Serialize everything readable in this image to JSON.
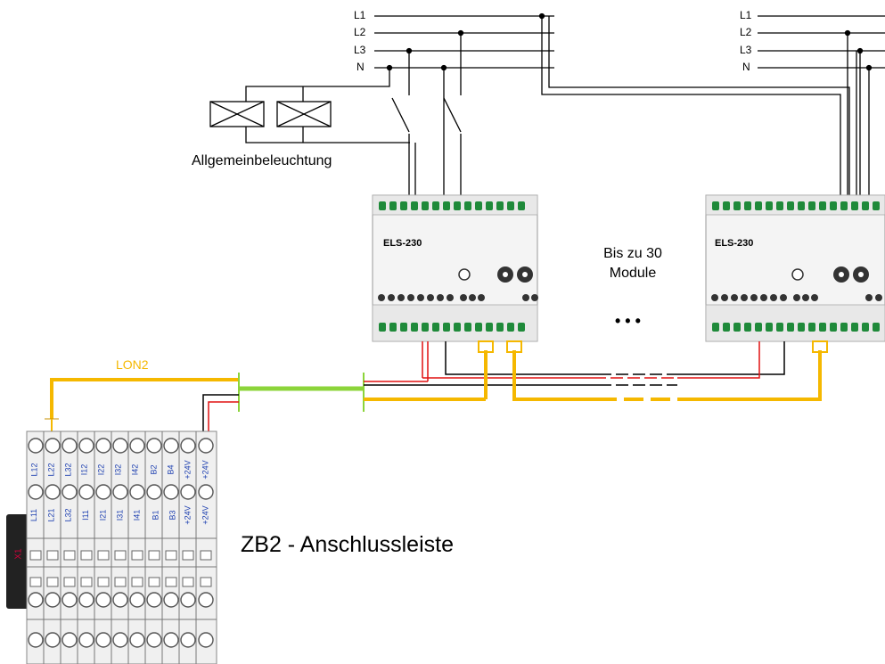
{
  "lighting_label": "Allgemeinbeleuchtung",
  "phases_left": [
    "L1",
    "L2",
    "L3",
    "N"
  ],
  "phases_right": [
    "L1",
    "L2",
    "L3",
    "N"
  ],
  "module_left": {
    "name": "ELS-230"
  },
  "module_right": {
    "name": "ELS-230"
  },
  "modules_note_line1": "Bis zu 30",
  "modules_note_line2": "Module",
  "ellipsis": "• • •",
  "lon_label": "LON2",
  "terminal_title": "ZB2 - Anschlussleiste",
  "terminal_marker": "X1",
  "terminal_top_labels": [
    "L12",
    "L22",
    "L32",
    "I12",
    "I22",
    "I32",
    "I42",
    "B2",
    "B4",
    "+24V",
    "+24V"
  ],
  "terminal_bottom_labels": [
    "L11",
    "L21",
    "L32",
    "I11",
    "I21",
    "I31",
    "I41",
    "B1",
    "B3",
    "+24V",
    "+24V"
  ],
  "colors": {
    "lon_wire": "#f5b800",
    "bus_bridge": "#8cd43a",
    "red_wire": "#e01010",
    "terminal_green": "#1f8a3a"
  }
}
